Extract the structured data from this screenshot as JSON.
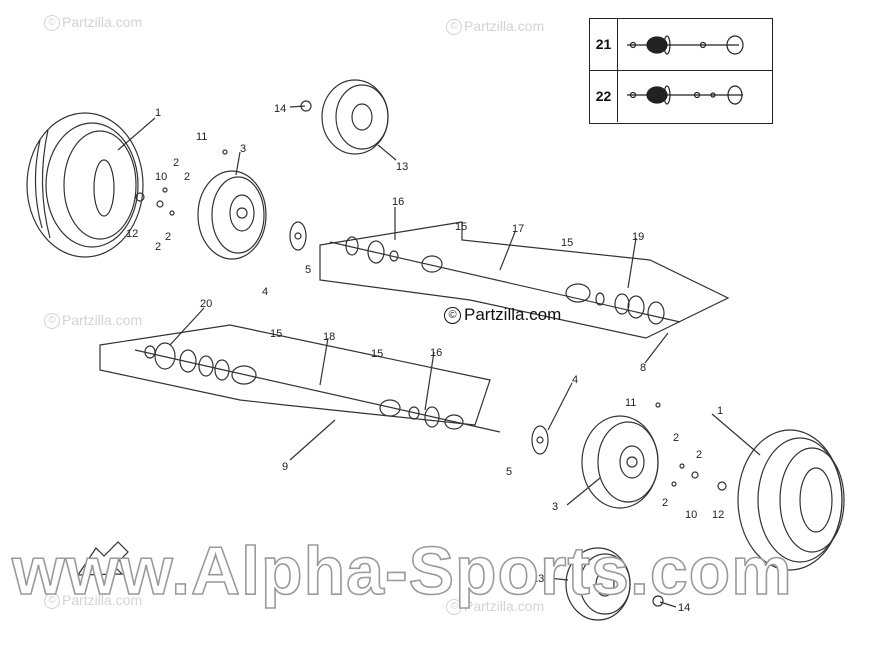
{
  "watermarks": {
    "partzilla_small": "Partzilla.com",
    "copyright_symbol": "©",
    "center_notice": "Partzilla.com",
    "site": "www.Alpha-Sports.com"
  },
  "inset_table": {
    "rows": [
      {
        "number": "21"
      },
      {
        "number": "22"
      }
    ]
  },
  "callouts": {
    "tire_left": "1",
    "tire_right": "1",
    "nut_a": "2",
    "nut_b": "2",
    "nut_c": "2",
    "nut_d": "2",
    "nut_e": "2",
    "nut_f": "2",
    "nut_g": "2",
    "rim_left": "3",
    "rim_right": "3",
    "hub_left": "4",
    "hub_right": "4",
    "bolt_left": "5",
    "bolt_right": "5",
    "frame_upper": "8",
    "frame_lower": "9",
    "washer_left": "10",
    "washer_right": "10",
    "cap_left": "11",
    "cap_right": "11",
    "nut12_left": "12",
    "nut12_right": "12",
    "spare_rim_top": "13",
    "spare_rim_bottom": "13",
    "valve_top": "14",
    "valve_bottom": "14",
    "boot_a": "15",
    "boot_b": "15",
    "boot_c": "15",
    "boot_d": "15",
    "cv_upper": "16",
    "cv_lower": "16",
    "shaft_upper": "17",
    "shaft_lower": "18",
    "cv_upper_right": "19",
    "cv_lower_left": "20"
  },
  "colors": {
    "line": "#333333",
    "watermark": "#d3d3d3"
  }
}
